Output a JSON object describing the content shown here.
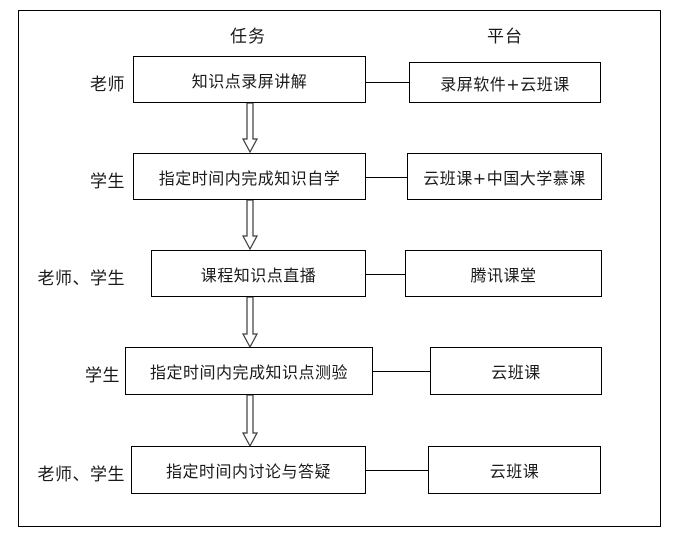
{
  "diagram": {
    "title_headers": {
      "task": "任务",
      "platform": "平台"
    },
    "rows": [
      {
        "role": "老师",
        "task": "知识点录屏讲解",
        "platform": "录屏软件+云班课"
      },
      {
        "role": "学生",
        "task": "指定时间内完成知识自学",
        "platform": "云班课+中国大学慕课"
      },
      {
        "role": "老师、学生",
        "task": "课程知识点直播",
        "platform": "腾讯课堂"
      },
      {
        "role": "学生",
        "task": "指定时间内完成知识点测验",
        "platform": "云班课"
      },
      {
        "role": "老师、学生",
        "task": "指定时间内讨论与答疑",
        "platform": "云班课"
      }
    ],
    "colors": {
      "line": "#000000",
      "text": "#1a1a1a",
      "background": "#ffffff"
    },
    "arrows": {
      "style": "hollow-block-arrow-down",
      "count": 4
    }
  }
}
